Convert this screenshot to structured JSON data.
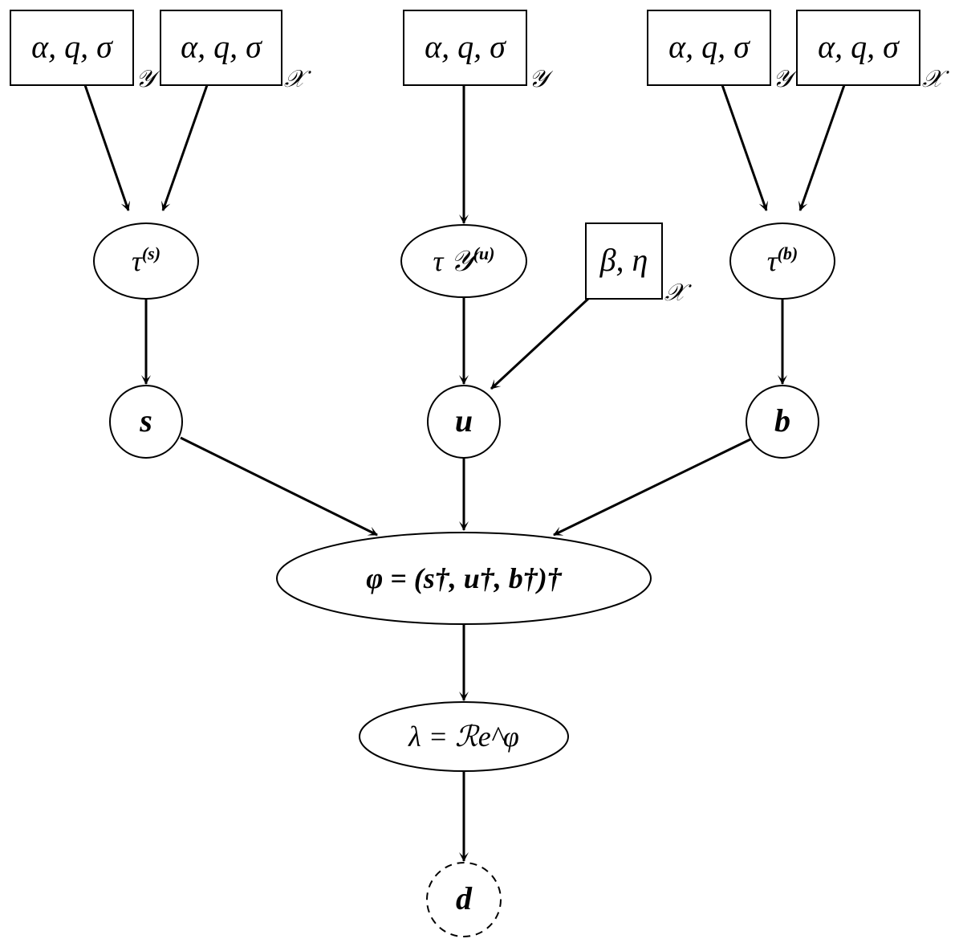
{
  "nodes": [
    {
      "id": "p1",
      "shape": "box",
      "label": "α, q, σ",
      "plate": "𝒴"
    },
    {
      "id": "p2",
      "shape": "box",
      "label": "α, q, σ",
      "plate": "𝒳"
    },
    {
      "id": "p3",
      "shape": "box",
      "label": "α, q, σ",
      "plate": "𝒴"
    },
    {
      "id": "p4",
      "shape": "box",
      "label": "α, q, σ",
      "plate": "𝒴"
    },
    {
      "id": "p5",
      "shape": "box",
      "label": "α, q, σ",
      "plate": "𝒳"
    },
    {
      "id": "tau_s",
      "shape": "ellipse",
      "label": "τ",
      "sup": "(s)"
    },
    {
      "id": "tau_u",
      "shape": "ellipse",
      "label": "τ 𝒴",
      "sup": "(u)"
    },
    {
      "id": "beta_eta",
      "shape": "box",
      "label": "β, η",
      "plate": "𝒳"
    },
    {
      "id": "tau_b",
      "shape": "ellipse",
      "label": "τ",
      "sup": "(b)"
    },
    {
      "id": "s",
      "shape": "circle",
      "label": "s",
      "bold": true
    },
    {
      "id": "u",
      "shape": "circle",
      "label": "u",
      "bold": true
    },
    {
      "id": "b",
      "shape": "circle",
      "label": "b",
      "bold": true
    },
    {
      "id": "phi",
      "shape": "ellipse",
      "label": "φ = (s†, u†, b†)†",
      "bold": true
    },
    {
      "id": "lambda",
      "shape": "ellipse",
      "label": "λ = ℛe^φ"
    },
    {
      "id": "d",
      "shape": "circle",
      "label": "d",
      "bold": true,
      "dashed": true,
      "observed": true
    }
  ],
  "edges": [
    [
      "p1",
      "tau_s"
    ],
    [
      "p2",
      "tau_s"
    ],
    [
      "p3",
      "tau_u"
    ],
    [
      "p4",
      "tau_b"
    ],
    [
      "p5",
      "tau_b"
    ],
    [
      "tau_s",
      "s"
    ],
    [
      "tau_u",
      "u"
    ],
    [
      "beta_eta",
      "u"
    ],
    [
      "tau_b",
      "b"
    ],
    [
      "s",
      "phi"
    ],
    [
      "u",
      "phi"
    ],
    [
      "b",
      "phi"
    ],
    [
      "phi",
      "lambda"
    ],
    [
      "lambda",
      "d"
    ]
  ]
}
